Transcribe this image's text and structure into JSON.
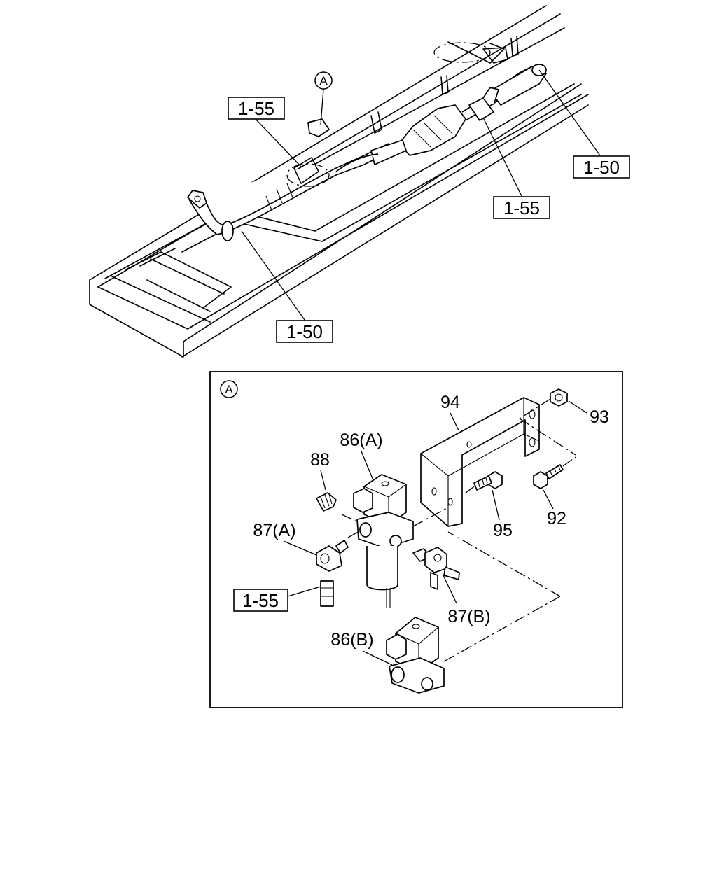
{
  "overview": {
    "detail_marker": "A",
    "refs": {
      "left_upper": "1-55",
      "right_upper": "1-50",
      "right_lower": "1-55",
      "bottom": "1-50"
    }
  },
  "detail_view": {
    "marker": "A",
    "parts": {
      "p94": "94",
      "p93": "93",
      "p86a": "86(A)",
      "p88": "88",
      "p87a": "87(A)",
      "p95": "95",
      "p92": "92",
      "p87b": "87(B)",
      "p86b": "86(B)"
    },
    "ref_box": "1-55"
  }
}
